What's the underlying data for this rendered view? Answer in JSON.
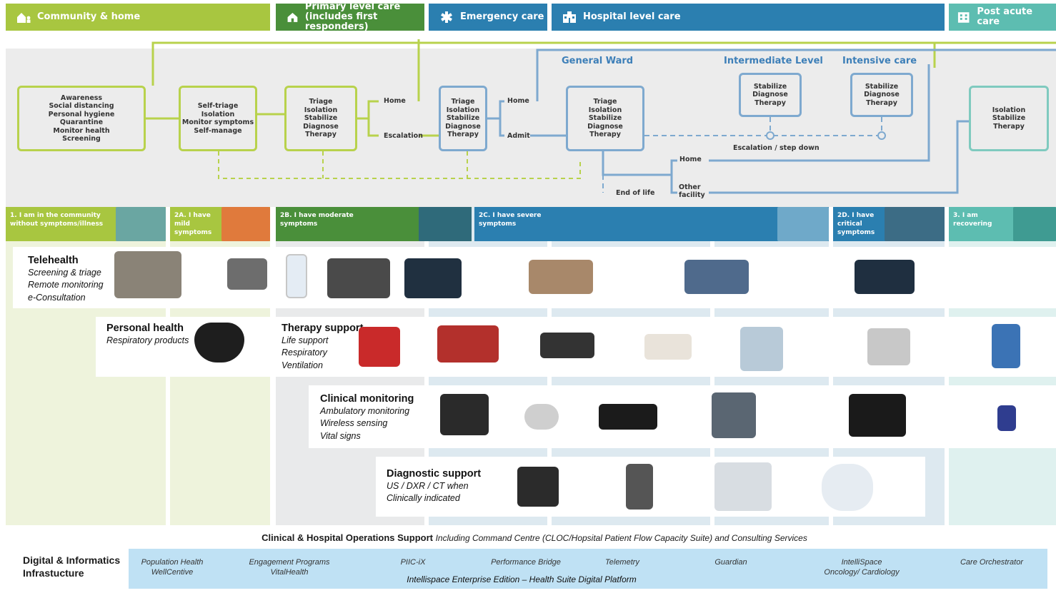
{
  "headers": [
    {
      "label": "Community & home",
      "color": "#a8c640"
    },
    {
      "label": "Primary level care\n(includes first responders)",
      "color": "#4a8f3a"
    },
    {
      "label": "Emergency care",
      "color": "#2b7fb0"
    },
    {
      "label": "Hospital level care",
      "color": "#2b7fb0"
    },
    {
      "label": "Post acute care",
      "color": "#5dbdb1"
    }
  ],
  "flow": {
    "sections": {
      "general_ward": "General Ward",
      "intermediate": "Intermediate Level",
      "intensive": "Intensive care"
    },
    "boxes": {
      "community": "Awareness\nSocial distancing\nPersonal hygiene\nQuarantine\nMonitor health\nScreening",
      "self_triage": "Self-triage\nIsolation\nMonitor symptoms\nSelf-manage",
      "primary": "Triage\nIsolation\nStabilize\nDiagnose\nTherapy",
      "emergency": "Triage\nIsolation\nStabilize\nDiagnose\nTherapy",
      "ward": "Triage\nIsolation\nStabilize\nDiagnose\nTherapy",
      "intermediate": "Stabilize\nDiagnose\nTherapy",
      "intensive": "Stabilize\nDiagnose\nTherapy",
      "post_acute": "Isolation\nStabilize\nTherapy"
    },
    "labels": {
      "home1": "Home",
      "escalation": "Escalation",
      "home2": "Home",
      "admit": "Admit",
      "escalation_step": "Escalation / step down",
      "home3": "Home",
      "other_facility": "Other\nfacility",
      "end_of_life": "End of life"
    }
  },
  "stages": [
    {
      "label": "1. I am in the community\nwithout symptoms/illness",
      "color": "#a8c640"
    },
    {
      "label": "2A. I have\nmild\nsymptoms",
      "color": "#a8c640"
    },
    {
      "label": "2B. I have moderate\nsymptoms",
      "color": "#4a8f3a"
    },
    {
      "label": "2C. I have severe\nsymptoms",
      "color": "#2b7fb0"
    },
    {
      "label": "2D. I have\ncritical\nsymptoms",
      "color": "#2b7fb0"
    },
    {
      "label": "3. I am\nrecovering",
      "color": "#5dbdb1"
    }
  ],
  "categories": {
    "telehealth": {
      "title": "Telehealth",
      "items": [
        "Screening & triage",
        "Remote monitoring",
        "e-Consultation"
      ]
    },
    "personal_health": {
      "title": "Personal health",
      "items": [
        "Respiratory products"
      ]
    },
    "therapy_support": {
      "title": "Therapy support",
      "items": [
        "Life support",
        "Respiratory",
        "Ventilation"
      ]
    },
    "clinical_monitoring": {
      "title": "Clinical monitoring",
      "items": [
        "Ambulatory monitoring",
        "Wireless sensing",
        "Vital signs"
      ]
    },
    "diagnostic_support": {
      "title": "Diagnostic support",
      "items": [
        "US / DXR / CT when",
        "Clinically indicated"
      ]
    }
  },
  "ops": {
    "title": "Clinical & Hospital Operations Support",
    "subtitle": "Including Command Centre (CLOC/Hopsital Patient Flow Capacity Suite) and Consulting Services",
    "infra_label": "Digital & Informatics\nInfrastucture",
    "platforms": [
      "Population Health\nWellCentive",
      "Engagement Programs\nVitalHealth",
      "PIIC-iX",
      "Performance Bridge",
      "Telemetry",
      "Guardian",
      "IntelliSpace\nOncology/ Cardiology",
      "Care Orchestrator"
    ],
    "platform_footer": "Intellispace Enterprise Edition – Health Suite Digital Platform"
  },
  "colors": {
    "green_line": "#b8d24c",
    "blue_line": "#7ea9cf"
  }
}
